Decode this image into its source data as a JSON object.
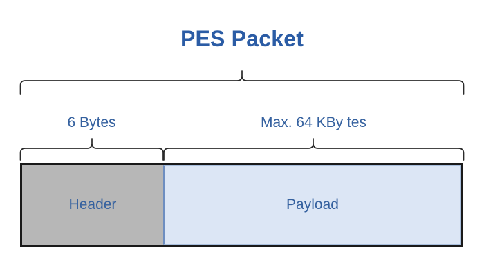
{
  "diagram": {
    "title": "PES Packet",
    "title_color": "#2b5ca5",
    "label_color": "#35619f",
    "background_color": "#ffffff",
    "top_brace": {
      "name": "pes-packet-brace",
      "covers": "PES Packet"
    },
    "segments": [
      {
        "id": "header",
        "box_label": "Header",
        "size_label": "6 Bytes",
        "fill_color": "#b7b7b7",
        "border_color": "#1a1a1a"
      },
      {
        "id": "payload",
        "box_label": "Payload",
        "size_label": "Max. 64 KBy tes",
        "fill_color": "#dce6f5",
        "border_color": "#6e8ec0"
      }
    ]
  }
}
